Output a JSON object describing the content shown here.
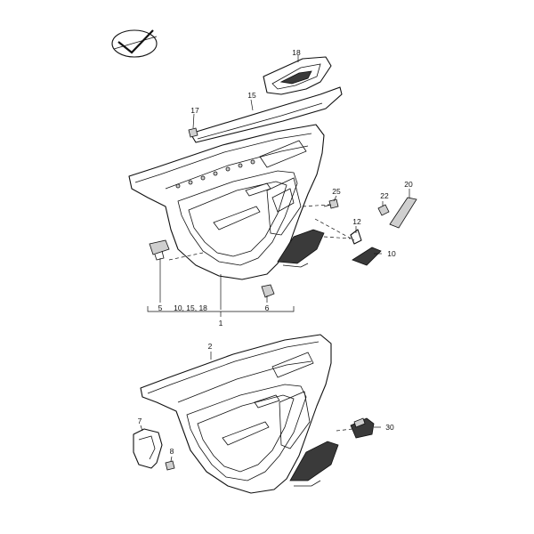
{
  "callouts": {
    "c18": "18",
    "c15": "15",
    "c17": "17",
    "c25": "25",
    "c22": "22",
    "c20": "20",
    "c12": "12",
    "c10": "10",
    "c5": "5",
    "c10_15_18": "10, 15, 18",
    "c6": "6",
    "c1": "1",
    "c2": "2",
    "c7": "7",
    "c8": "8",
    "c30": "30"
  }
}
